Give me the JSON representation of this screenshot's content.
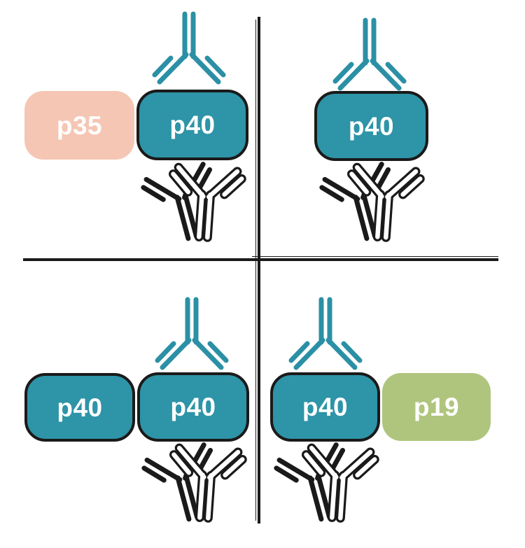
{
  "title": "Cytokine subunit antibody-binding diagram",
  "colors": {
    "bg": "#ffffff",
    "teal": "#2e94a7",
    "teal-ab": "#2b90a5",
    "pink": "#f5c6b4",
    "green": "#afc57d",
    "line": "#1a1a1a",
    "white": "#ffffff",
    "label": "#ffffff"
  },
  "quadrants": [
    {
      "id": "top-left",
      "subunits": [
        {
          "label": "p35",
          "color": "#f5c6b4",
          "outlined": false
        },
        {
          "label": "p40",
          "color": "#2e94a7",
          "outlined": true
        }
      ],
      "capture_antibody": "teal-antibody-icon",
      "detection_antibodies": [
        "black-antibody-icon",
        "white-antibody-icon"
      ]
    },
    {
      "id": "top-right",
      "subunits": [
        {
          "label": "p40",
          "color": "#2e94a7",
          "outlined": true
        }
      ],
      "capture_antibody": "teal-antibody-icon",
      "detection_antibodies": [
        "black-antibody-icon",
        "white-antibody-icon"
      ]
    },
    {
      "id": "bottom-left",
      "subunits": [
        {
          "label": "p40",
          "color": "#2e94a7",
          "outlined": true
        },
        {
          "label": "p40",
          "color": "#2e94a7",
          "outlined": true
        }
      ],
      "capture_antibody": "teal-antibody-icon",
      "detection_antibodies": [
        "black-antibody-icon",
        "white-antibody-icon"
      ]
    },
    {
      "id": "bottom-right",
      "subunits": [
        {
          "label": "p40",
          "color": "#2e94a7",
          "outlined": true
        },
        {
          "label": "p19",
          "color": "#afc57d",
          "outlined": false
        }
      ],
      "capture_antibody": "teal-antibody-icon",
      "detection_antibodies": [
        "black-antibody-icon",
        "white-antibody-icon"
      ]
    }
  ]
}
